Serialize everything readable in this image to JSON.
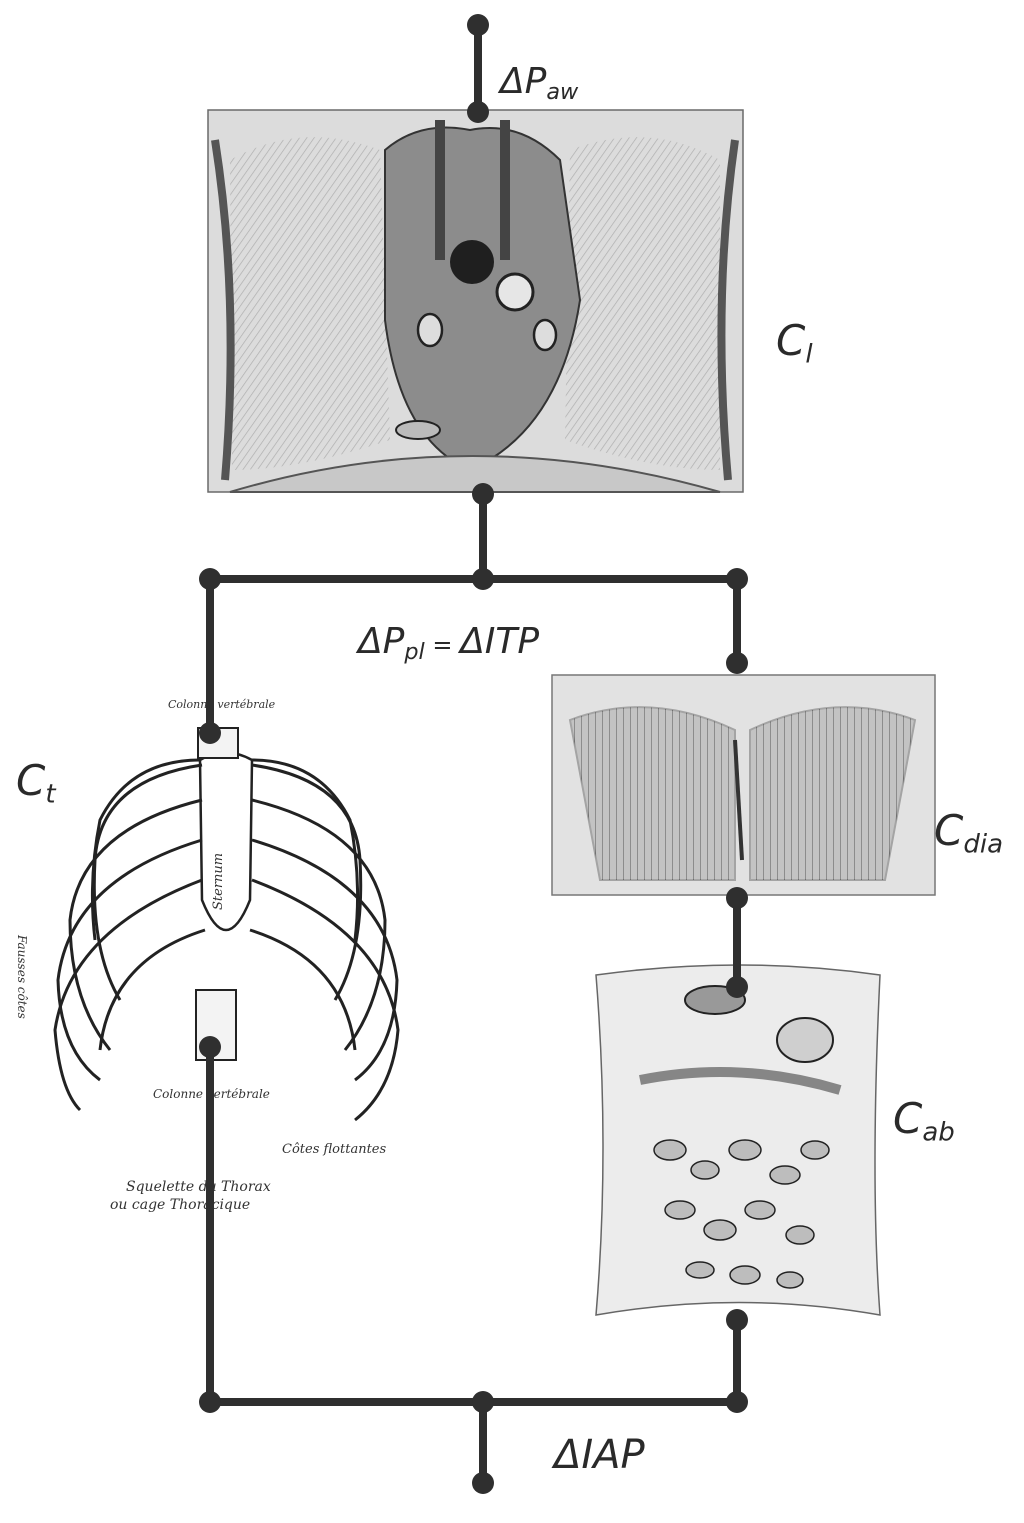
{
  "labels": {
    "paw": {
      "main": "ΔP",
      "sub": "aw"
    },
    "cl": {
      "main": "C",
      "sub": "l"
    },
    "ppl": {
      "main": "ΔP",
      "sub": "pl",
      "mid": " = ",
      "end": "ΔITP"
    },
    "ct": {
      "main": "C",
      "sub": "t"
    },
    "cdia": {
      "main": "C",
      "sub": "dia"
    },
    "cab": {
      "main": "C",
      "sub": "ab"
    },
    "iap": "ΔIAP"
  },
  "illustration": {
    "top_vertebra": "Colonne vertébrale",
    "bottom_vertebra": "Colonne vertébrale",
    "sternum": "Sternum",
    "false_ribs": "Fausses côtes",
    "floating_ribs": "Côtes flottantes",
    "caption_1": "Squelette du Thorax",
    "caption_2": "ou cage Thoracique"
  },
  "colors": {
    "line": "#2f2f2f",
    "label": "#2a2a2a",
    "illustration_bg": "#dcdcdc"
  }
}
